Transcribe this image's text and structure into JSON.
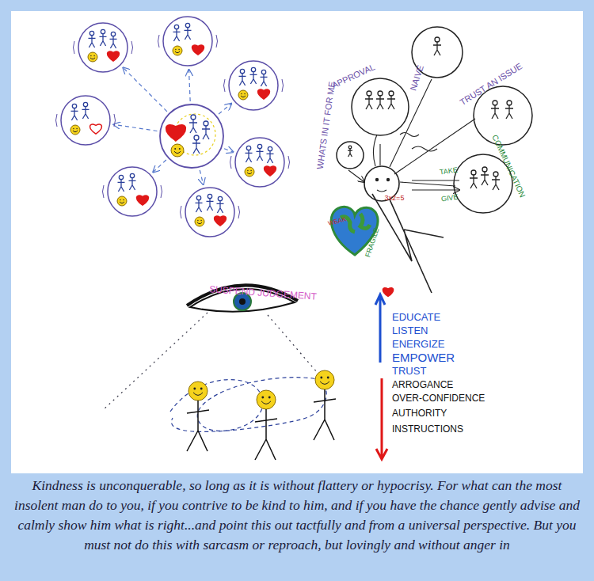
{
  "diagram": {
    "caption": "Kindness is unconquerable, so long as it is without flattery or hypocrisy. For what can the most insolent man do to you, if you contrive to be kind to him, and if you have the chance gently advise and calmly show him what is right...and point this out tactfully and from a universal perspective. But you must not do this with sarcasm or reproach, but lovingly and without anger in",
    "labels": [
      "APPROVAL",
      "NAIVE",
      "TRUST AN ISSUE",
      "WHATS IN IT FOR ME",
      "3x2=5",
      "COMMUNICATION",
      "TAKE",
      "GIVE",
      "WEAK",
      "FRAGILE",
      "SUSPEND JUDGEMENT",
      "EDUCATE",
      "LISTEN",
      "ENERGIZE",
      "EMPOWER",
      "TRUST",
      "ARROGANCE",
      "OVER-CONFIDENCE",
      "AUTHORITY",
      "INSTRUCTIONS"
    ]
  }
}
